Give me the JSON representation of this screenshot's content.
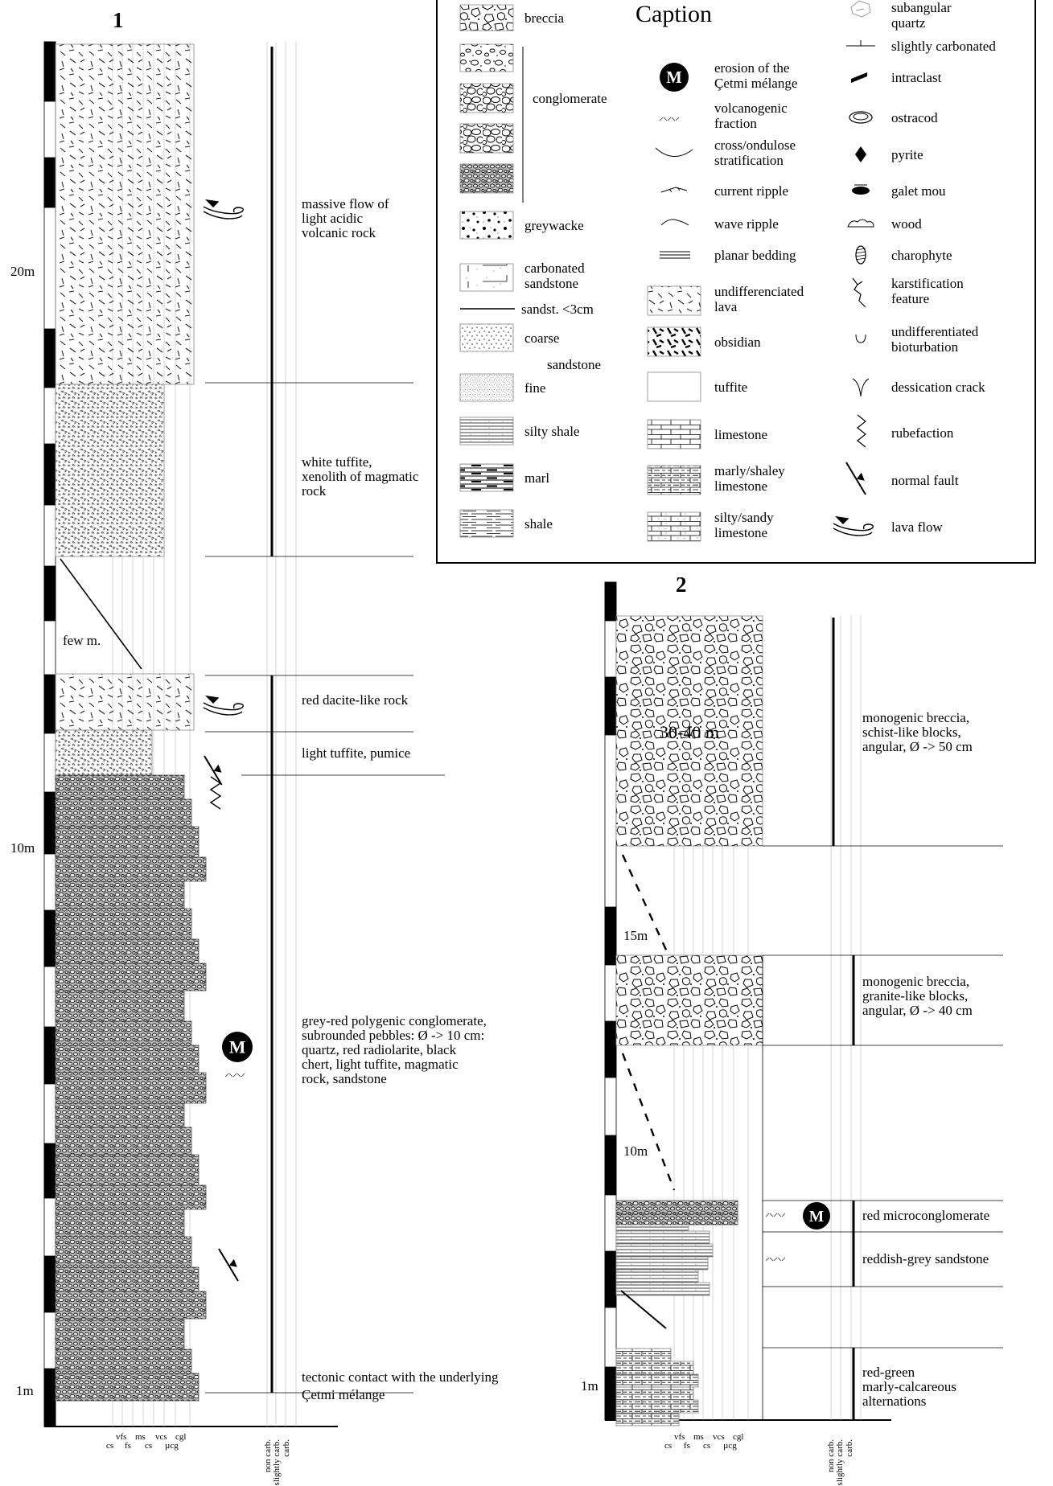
{
  "caption": {
    "title": "Caption",
    "lithology": [
      {
        "id": "breccia",
        "label": "breccia",
        "pattern": "breccia"
      },
      {
        "id": "cgl1",
        "label": "",
        "pattern": "cgl-open"
      },
      {
        "id": "cgl2",
        "label": "conglomerate",
        "pattern": "cgl-round"
      },
      {
        "id": "cgl3",
        "label": "",
        "pattern": "cgl-round"
      },
      {
        "id": "cgl4",
        "label": "",
        "pattern": "cgl-dense"
      },
      {
        "id": "greywacke",
        "label": "greywacke",
        "pattern": "greywacke"
      },
      {
        "id": "carbsand",
        "label": "carbonated sandstone",
        "pattern": "carbsand"
      },
      {
        "id": "sandst",
        "label": "sandst. <3cm",
        "pattern": "line"
      },
      {
        "id": "coarse",
        "label": "coarse",
        "pattern": "coarse"
      },
      {
        "id": "fine",
        "label": "fine",
        "pattern": "fine"
      },
      {
        "id": "siltyshale",
        "label": "silty shale",
        "pattern": "siltyshale"
      },
      {
        "id": "marl",
        "label": "marl",
        "pattern": "marl"
      },
      {
        "id": "shale",
        "label": "shale",
        "pattern": "shale"
      }
    ],
    "sandstone_label": "sandstone",
    "symbols": [
      {
        "id": "erosion",
        "label": "erosion of the Çetmi mélange",
        "symbol": "M"
      },
      {
        "id": "volc",
        "label": "volcanogenic fraction",
        "symbol": "volc"
      },
      {
        "id": "cross",
        "label": "cross/ondulose stratification",
        "symbol": "cross"
      },
      {
        "id": "current",
        "label": "current ripple",
        "symbol": "ripple"
      },
      {
        "id": "wave",
        "label": "wave ripple",
        "symbol": "wave"
      },
      {
        "id": "planar",
        "label": "planar bedding",
        "symbol": "planar"
      },
      {
        "id": "lava",
        "label": "undifferenciated lava",
        "pattern": "lava"
      },
      {
        "id": "obsidian",
        "label": "obsidian",
        "pattern": "obsidian"
      },
      {
        "id": "tuffite",
        "label": "tuffite",
        "pattern": "tuffite"
      },
      {
        "id": "limestone",
        "label": "limestone",
        "pattern": "limestone"
      },
      {
        "id": "marlylime",
        "label": "marly/shaley limestone",
        "pattern": "marlylime"
      },
      {
        "id": "siltylime",
        "label": "silty/sandy limestone",
        "pattern": "siltylime"
      }
    ],
    "features": [
      {
        "id": "quartz",
        "label": "subangular quartz"
      },
      {
        "id": "slightly",
        "label": "slightly carbonated"
      },
      {
        "id": "intraclast",
        "label": "intraclast"
      },
      {
        "id": "ostracod",
        "label": "ostracod"
      },
      {
        "id": "pyrite",
        "label": "pyrite"
      },
      {
        "id": "galet",
        "label": "galet mou"
      },
      {
        "id": "wood",
        "label": "wood"
      },
      {
        "id": "charophyte",
        "label": "charophyte"
      },
      {
        "id": "karst",
        "label": "karstification feature"
      },
      {
        "id": "biotur",
        "label": "undifferentiated bioturbation"
      },
      {
        "id": "dessication",
        "label": "dessication crack"
      },
      {
        "id": "rubefaction",
        "label": "rubefaction"
      },
      {
        "id": "fault",
        "label": "normal fault"
      },
      {
        "id": "lavaflow",
        "label": "lava flow"
      }
    ]
  },
  "grain_ticks": {
    "upper": [
      "vfs",
      "ms",
      "vcs",
      "cgl"
    ],
    "lower": [
      "cs",
      "fs",
      "cs",
      "µcg"
    ]
  },
  "carb_ticks": [
    "non carb.",
    "slightly carb.",
    "carb."
  ],
  "section1": {
    "title": "1",
    "scale_labels": [
      "20m",
      "10m",
      "1m"
    ],
    "annotations": {
      "gap": "few m."
    },
    "descriptions": [
      "massive flow of light acidic volcanic rock",
      "white tuffite, xenolith of magmatic rock",
      "red dacite-like rock",
      "light tuffite, pumice",
      "grey-red polygenic conglomerate, subrounded pebbles: Ø -> 10 cm: quartz, red radiolarite, black chert, light tuffite, magmatic rock, sandstone",
      "tectonic contact with the underlying Çetmi mélange"
    ]
  },
  "section2": {
    "title": "2",
    "scale_labels": [
      "1m"
    ],
    "annotations": {
      "thick1": "30-40 m",
      "gap1": "15m",
      "gap2": "10m"
    },
    "descriptions": [
      "monogenic breccia, schist-like blocks, angular, Ø -> 50 cm",
      "monogenic breccia, granite-like blocks, angular, Ø -> 40 cm",
      "red microconglomerate",
      "reddish-grey sandstone",
      "red-green marly-calcareous alternations"
    ]
  }
}
